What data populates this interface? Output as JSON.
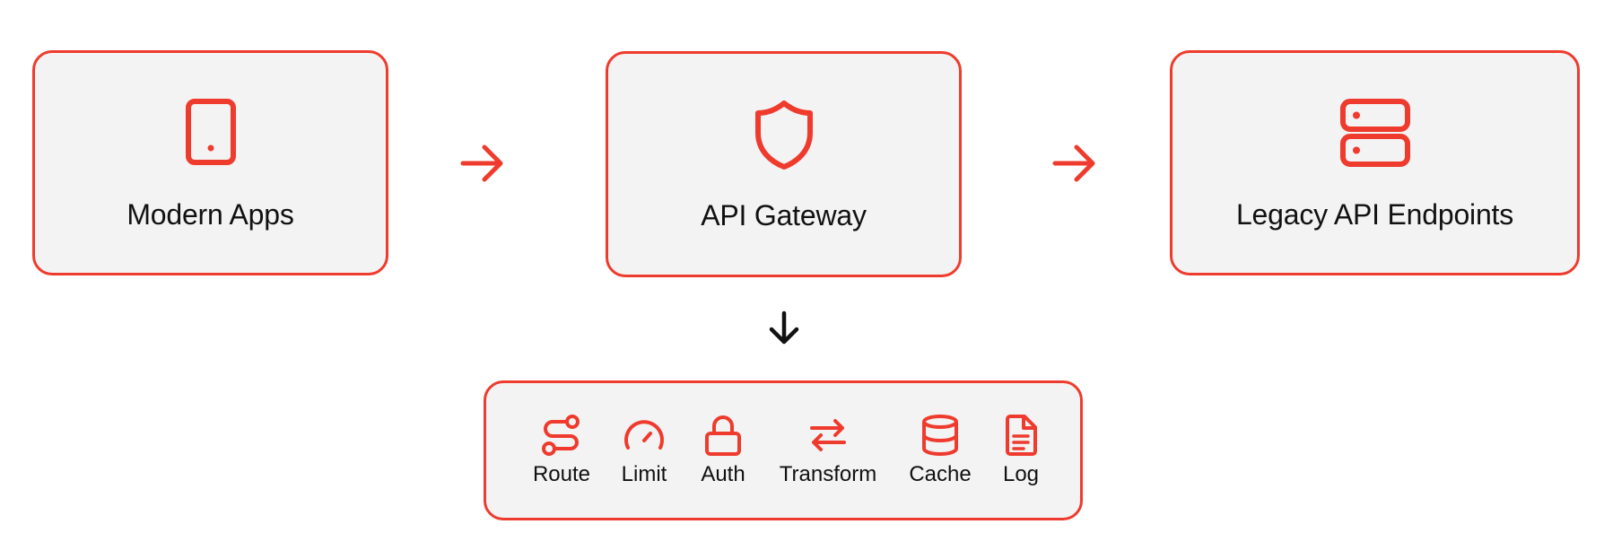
{
  "colors": {
    "accent": "#ef3b2d",
    "box_fill": "#f3f3f3",
    "text": "#111111",
    "down_arrow": "#111111"
  },
  "nodes": [
    {
      "label": "Modern Apps",
      "icon": "tablet-icon"
    },
    {
      "label": "API Gateway",
      "icon": "shield-icon"
    },
    {
      "label": "Legacy API Endpoints",
      "icon": "server-icon"
    }
  ],
  "functions": [
    {
      "label": "Route",
      "icon": "route-icon"
    },
    {
      "label": "Limit",
      "icon": "gauge-icon"
    },
    {
      "label": "Auth",
      "icon": "lock-icon"
    },
    {
      "label": "Transform",
      "icon": "swap-arrows-icon"
    },
    {
      "label": "Cache",
      "icon": "database-icon"
    },
    {
      "label": "Log",
      "icon": "document-icon"
    }
  ]
}
